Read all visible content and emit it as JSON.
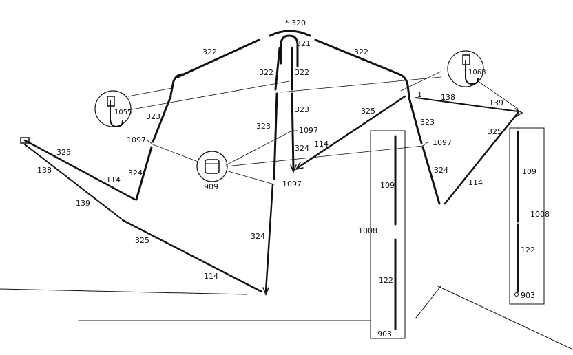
{
  "labels": {
    "l320": "* 320",
    "l321": "321",
    "l322a": "322",
    "l322b": "322",
    "l322c": "322",
    "l322d": "322",
    "l323a": "323",
    "l323b": "323",
    "l323c": "323",
    "l323d": "323",
    "l324a": "324",
    "l324b": "324",
    "l324c": "324",
    "l324d": "324",
    "l325a": "325",
    "l325b": "325",
    "l325c": "325",
    "l325d": "325",
    "l114a": "114",
    "l114b": "114",
    "l114c": "114",
    "l114d": "114",
    "l138a": "138",
    "l138b": "138",
    "l139a": "139",
    "l139b": "139",
    "l1097a": "1097",
    "l1097b": "1097",
    "l1097c": "1097",
    "l1097d": "1097",
    "l1055": "1055",
    "l1068": "1068",
    "l909": "909",
    "l1008a": "1008",
    "l1008b": "1008",
    "l109a": "109",
    "l109b": "109",
    "l122a": "122",
    "l122b": "122",
    "l903a": "903",
    "l903b": "903",
    "l1": "1"
  }
}
